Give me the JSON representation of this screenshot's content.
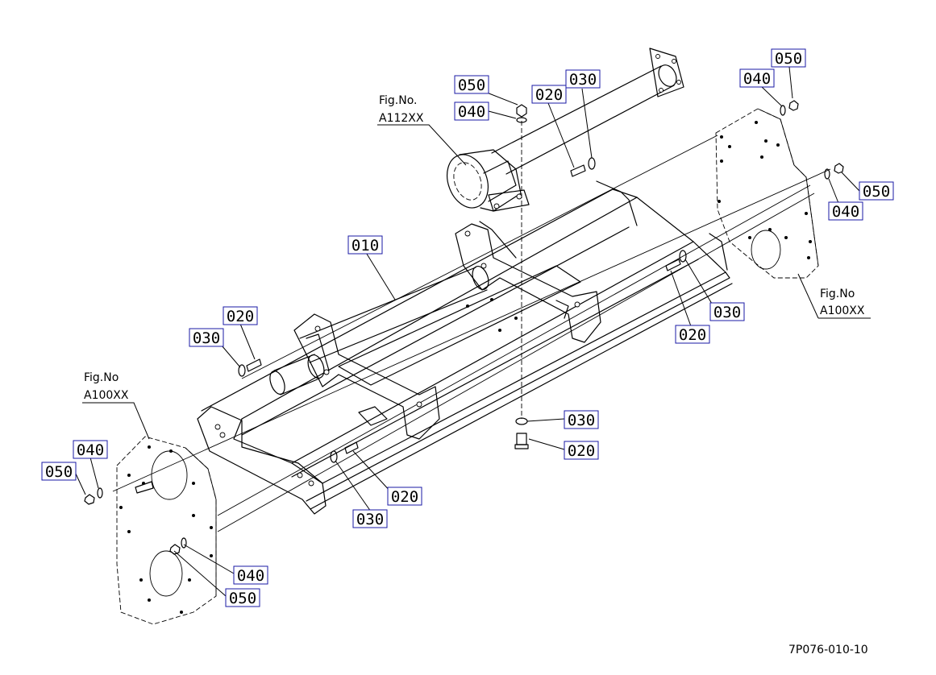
{
  "diagram": {
    "drawing_code": "7P076-010-10",
    "callouts": [
      {
        "id": "c-010",
        "text": "010"
      },
      {
        "id": "c-020-top",
        "text": "020"
      },
      {
        "id": "c-030-top",
        "text": "030"
      },
      {
        "id": "c-050-top",
        "text": "050"
      },
      {
        "id": "c-040-top",
        "text": "040"
      },
      {
        "id": "c-050-tr",
        "text": "050"
      },
      {
        "id": "c-040-tr",
        "text": "040"
      },
      {
        "id": "c-050-r",
        "text": "050"
      },
      {
        "id": "c-040-r",
        "text": "040"
      },
      {
        "id": "c-030-mr",
        "text": "030"
      },
      {
        "id": "c-020-mr",
        "text": "020"
      },
      {
        "id": "c-020-l",
        "text": "020"
      },
      {
        "id": "c-030-l",
        "text": "030"
      },
      {
        "id": "c-030-c",
        "text": "030"
      },
      {
        "id": "c-020-c",
        "text": "020"
      },
      {
        "id": "c-020-bm",
        "text": "020"
      },
      {
        "id": "c-030-bm",
        "text": "030"
      },
      {
        "id": "c-040-bl",
        "text": "040"
      },
      {
        "id": "c-050-bl",
        "text": "050"
      },
      {
        "id": "c-040-b",
        "text": "040"
      },
      {
        "id": "c-050-b",
        "text": "050"
      }
    ],
    "figure_refs": [
      {
        "id": "ref-top",
        "line1": "Fig.No.",
        "line2": "A112XX"
      },
      {
        "id": "ref-right",
        "line1": "Fig.No",
        "line2": "A100XX"
      },
      {
        "id": "ref-left",
        "line1": "Fig.No",
        "line2": "A100XX"
      }
    ]
  }
}
